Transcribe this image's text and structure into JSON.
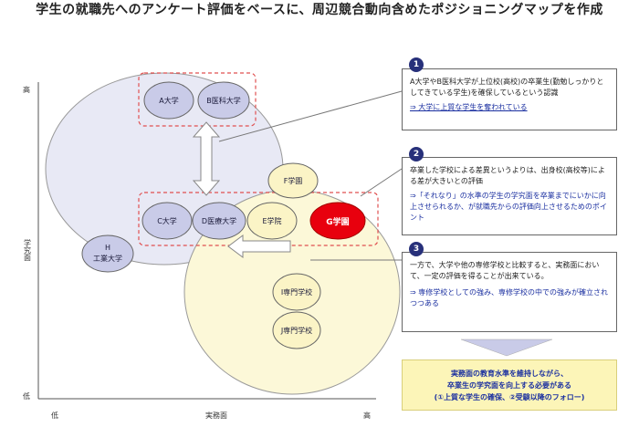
{
  "title": "学生の就職先へのアンケート評価をベースに、周辺競合動向含めたポジショニングマップを作成",
  "axes": {
    "y_label": "学究面",
    "y_high": "高",
    "y_low": "低",
    "x_label": "実務面",
    "x_low": "低",
    "x_high": "高"
  },
  "nodes": {
    "a": "A大学",
    "b": "B医科大学",
    "c": "C大学",
    "d": "D医療大学",
    "e": "E学院",
    "f": "F学園",
    "g": "G学園",
    "h_line1": "H",
    "h_line2": "工業大学",
    "i": "I専門学校",
    "j": "J専門学校"
  },
  "callouts": [
    {
      "number": "1",
      "body": "A大学やB医科大学が上位校(高校)の卒業生(勤勉しっかりとしてきている学生)を確保しているという認識",
      "arrow_text": "⇒ 大学に上質な学生を奪われている"
    },
    {
      "number": "2",
      "body": "卒業した学校による差異というよりは、出身校(高校等)による差が大きいとの評価",
      "arrow_text": "⇒「それなり」の水準の学生の学究面を卒業までにいかに向上させられるか、が就職先からの評価向上させるためのポイント"
    },
    {
      "number": "3",
      "body": "一方で、大学や他の専修学校と比較すると、実務面において、一定の評価を得ることが出来ている。",
      "arrow_text": "⇒ 専修学校としての強み、専修学校の中での強みが確立されつつある"
    }
  ],
  "conclusion": {
    "line1": "実務面の教育水準を維持しながら、",
    "line2": "卒業生の学究面を向上する必要がある",
    "line3": "(①上質な学生の確保、②受験以降のフォロー)"
  },
  "colors": {
    "university_bubble": "#c9cbe8",
    "vocational_bubble": "#fbf4c6",
    "highlight": "#e8000e",
    "accent": "#27307a",
    "dashed_border": "#e05050"
  }
}
